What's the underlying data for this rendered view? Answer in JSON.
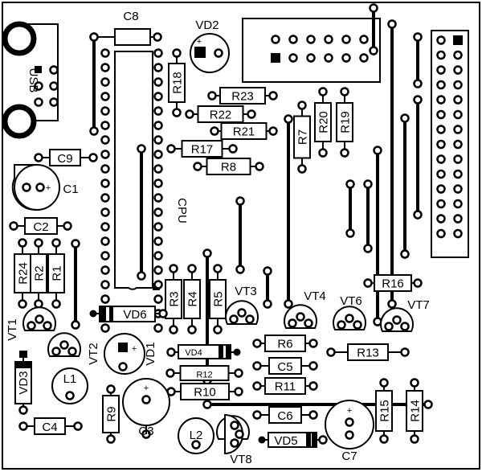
{
  "board": {
    "usb_label": "USB",
    "chip_label": "CPU",
    "capacitors": [
      {
        "ref": "C1",
        "label": "C1"
      },
      {
        "ref": "C2",
        "label": "C2"
      },
      {
        "ref": "C3",
        "label": "C3"
      },
      {
        "ref": "C4",
        "label": "C4"
      },
      {
        "ref": "C5",
        "label": "C5"
      },
      {
        "ref": "C6",
        "label": "C6"
      },
      {
        "ref": "C7",
        "label": "C7"
      },
      {
        "ref": "C8",
        "label": "C8"
      },
      {
        "ref": "C9",
        "label": "C9"
      }
    ],
    "resistors": [
      {
        "ref": "R1",
        "label": "R1"
      },
      {
        "ref": "R2",
        "label": "R2"
      },
      {
        "ref": "R3",
        "label": "R3"
      },
      {
        "ref": "R4",
        "label": "R4"
      },
      {
        "ref": "R5",
        "label": "R5"
      },
      {
        "ref": "R6",
        "label": "R6"
      },
      {
        "ref": "R7",
        "label": "R7"
      },
      {
        "ref": "R8",
        "label": "R8"
      },
      {
        "ref": "R9",
        "label": "R9"
      },
      {
        "ref": "R10",
        "label": "R10"
      },
      {
        "ref": "R11",
        "label": "R11"
      },
      {
        "ref": "R12",
        "label": "R12"
      },
      {
        "ref": "R13",
        "label": "R13"
      },
      {
        "ref": "R14",
        "label": "R14"
      },
      {
        "ref": "R15",
        "label": "R15"
      },
      {
        "ref": "R16",
        "label": "R16"
      },
      {
        "ref": "R17",
        "label": "R17"
      },
      {
        "ref": "R18",
        "label": "R18"
      },
      {
        "ref": "R19",
        "label": "R19"
      },
      {
        "ref": "R20",
        "label": "R20"
      },
      {
        "ref": "R21",
        "label": "R21"
      },
      {
        "ref": "R22",
        "label": "R22"
      },
      {
        "ref": "R23",
        "label": "R23"
      },
      {
        "ref": "R24",
        "label": "R24"
      }
    ],
    "transistors": [
      {
        "ref": "VT1",
        "label": "VT1"
      },
      {
        "ref": "VT2",
        "label": "VT2"
      },
      {
        "ref": "VT3",
        "label": "VT3"
      },
      {
        "ref": "VT4",
        "label": "VT4"
      },
      {
        "ref": "VT6",
        "label": "VT6"
      },
      {
        "ref": "VT7",
        "label": "VT7"
      },
      {
        "ref": "VT8",
        "label": "VT8"
      }
    ],
    "diodes": [
      {
        "ref": "VD1",
        "label": "VD1"
      },
      {
        "ref": "VD2",
        "label": "VD2"
      },
      {
        "ref": "VD3",
        "label": "VD3"
      },
      {
        "ref": "VD4",
        "label": "VD4"
      },
      {
        "ref": "VD5",
        "label": "VD5"
      },
      {
        "ref": "VD6",
        "label": "VD6"
      }
    ],
    "inductors": [
      {
        "ref": "L1",
        "label": "L1"
      },
      {
        "ref": "L2",
        "label": "L2"
      }
    ],
    "plus": "+"
  }
}
